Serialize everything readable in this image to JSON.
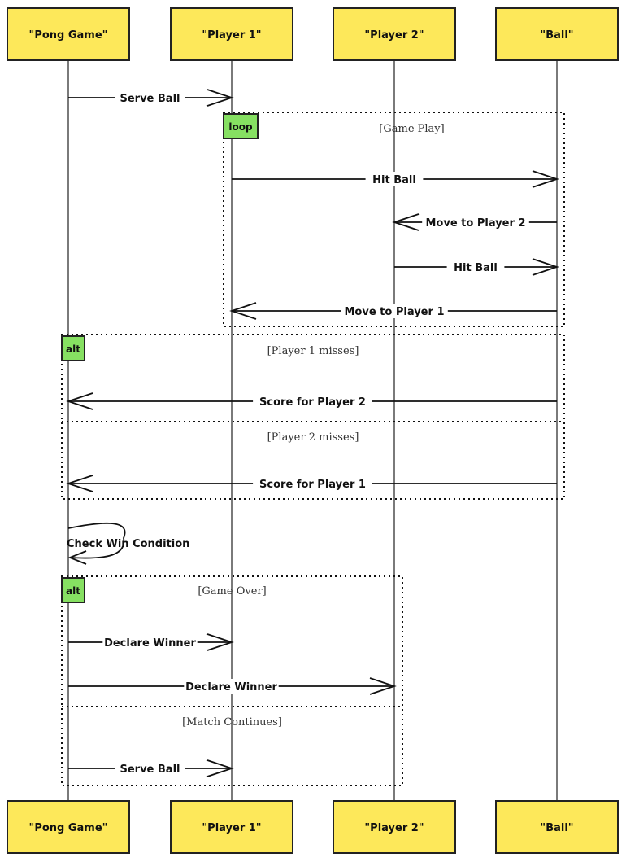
{
  "participants": [
    {
      "id": "game",
      "label": "\"Pong Game\""
    },
    {
      "id": "p1",
      "label": "\"Player 1\""
    },
    {
      "id": "p2",
      "label": "\"Player 2\""
    },
    {
      "id": "ball",
      "label": "\"Ball\""
    }
  ],
  "messages": [
    {
      "from": "game",
      "to": "p1",
      "label": "Serve Ball"
    },
    {
      "from": "p1",
      "to": "ball",
      "label": "Hit Ball"
    },
    {
      "from": "ball",
      "to": "p2",
      "label": "Move to Player 2"
    },
    {
      "from": "p2",
      "to": "ball",
      "label": "Hit Ball"
    },
    {
      "from": "ball",
      "to": "p1",
      "label": "Move to Player 1"
    },
    {
      "from": "ball",
      "to": "game",
      "label": "Score for Player 2"
    },
    {
      "from": "ball",
      "to": "game",
      "label": "Score for Player 1"
    },
    {
      "from": "game",
      "to": "game",
      "label": "Check Win Condition"
    },
    {
      "from": "game",
      "to": "p1",
      "label": "Declare Winner"
    },
    {
      "from": "game",
      "to": "p2",
      "label": "Declare Winner"
    },
    {
      "from": "game",
      "to": "p1",
      "label": "Serve Ball"
    }
  ],
  "fragments": [
    {
      "type": "loop",
      "sections": [
        "[Game Play]"
      ]
    },
    {
      "type": "alt",
      "sections": [
        "[Player 1 misses]",
        "[Player 2 misses]"
      ]
    },
    {
      "type": "alt",
      "sections": [
        "[Game Over]",
        "[Match Continues]"
      ]
    }
  ],
  "colors": {
    "participant_fill": "#fde85a",
    "fragment_tag_fill": "#86e062"
  }
}
